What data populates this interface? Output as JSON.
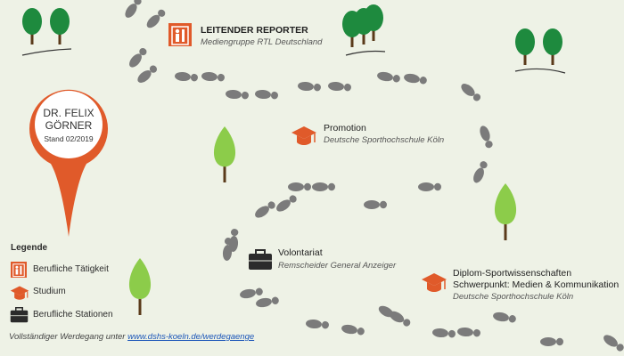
{
  "colors": {
    "background": "#eef2e6",
    "accent": "#e05a2a",
    "footprint": "#7b7b7b",
    "tree_dark": "#1e8a3e",
    "tree_light": "#8ccc4a",
    "trunk": "#5a3a1a",
    "icon_dark": "#2b2b2b"
  },
  "pin": {
    "name_line1": "DR. FELIX",
    "name_line2": "GÖRNER",
    "stand": "Stand 02/2019"
  },
  "stations": [
    {
      "icon": "professional-activity-icon",
      "title": "LEITENDER REPORTER",
      "subtitle": "Mediengruppe RTL Deutschland"
    },
    {
      "icon": "graduation-cap-icon",
      "title": "Promotion",
      "subtitle": "Deutsche Sporthochschule Köln"
    },
    {
      "icon": "briefcase-icon",
      "title": "Volontariat",
      "subtitle": "Remscheider General Anzeiger"
    },
    {
      "icon": "graduation-cap-icon",
      "title_line1": "Diplom-Sportwissenschaften",
      "title_line2": "Schwerpunkt: Medien & Kommunikation",
      "subtitle": "Deutsche Sporthochschule Köln"
    }
  ],
  "legend": {
    "title": "Legende",
    "items": [
      {
        "icon": "professional-activity-icon",
        "label": "Berufliche Tätigkeit"
      },
      {
        "icon": "graduation-cap-icon",
        "label": "Studium"
      },
      {
        "icon": "briefcase-icon",
        "label": "Berufliche Stationen"
      }
    ]
  },
  "footer": {
    "text": "Vollständiger Werdegang unter ",
    "link": "www.dshs-koeln.de/werdegaenge"
  }
}
